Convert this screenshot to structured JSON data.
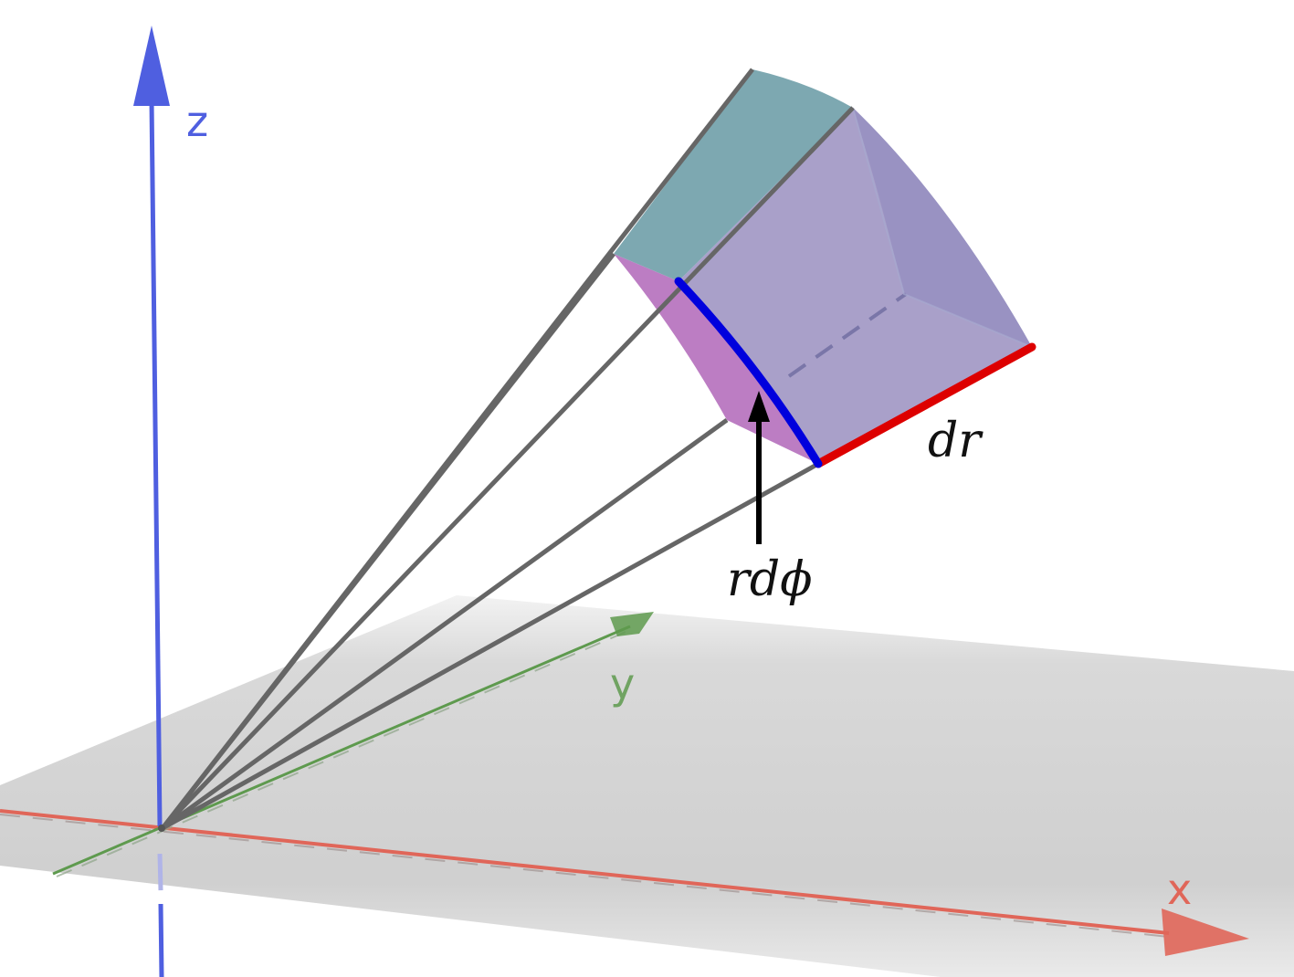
{
  "axes": {
    "x_label": "x",
    "y_label": "y",
    "z_label": "z"
  },
  "labels": {
    "dr": "dr",
    "rdphi": "rdϕ"
  },
  "colors": {
    "x_axis": "#e06659",
    "y_axis": "#5e9a4e",
    "z_axis": "#4f5fe0",
    "dr_edge": "#dd0000",
    "rdphi_edge": "#0000dd",
    "rays": "#666666",
    "volume_face": "#8d8cc0",
    "inner_face": "#b066b8",
    "top_face": "#6f9ea9",
    "plane": "#cfcfcf"
  }
}
